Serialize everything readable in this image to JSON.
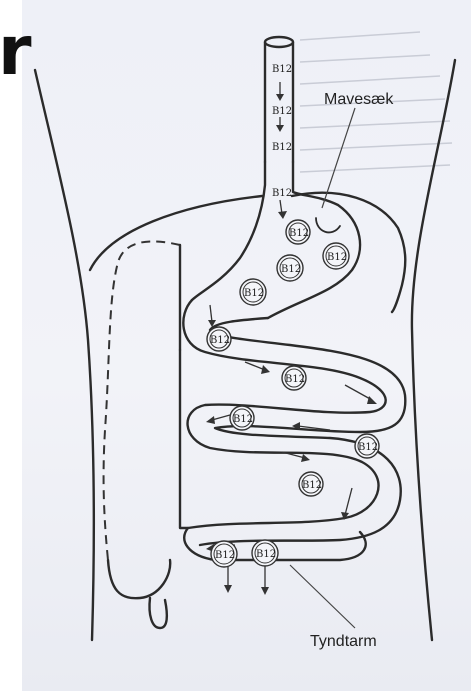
{
  "cropped_edge_text": "r",
  "labels": {
    "stomach": "Mavesæk",
    "small_intestine": "Tyndtarm"
  },
  "b12_token": "B12",
  "colors": {
    "paper": "#eef0f7",
    "ink": "#2b2b2b"
  }
}
